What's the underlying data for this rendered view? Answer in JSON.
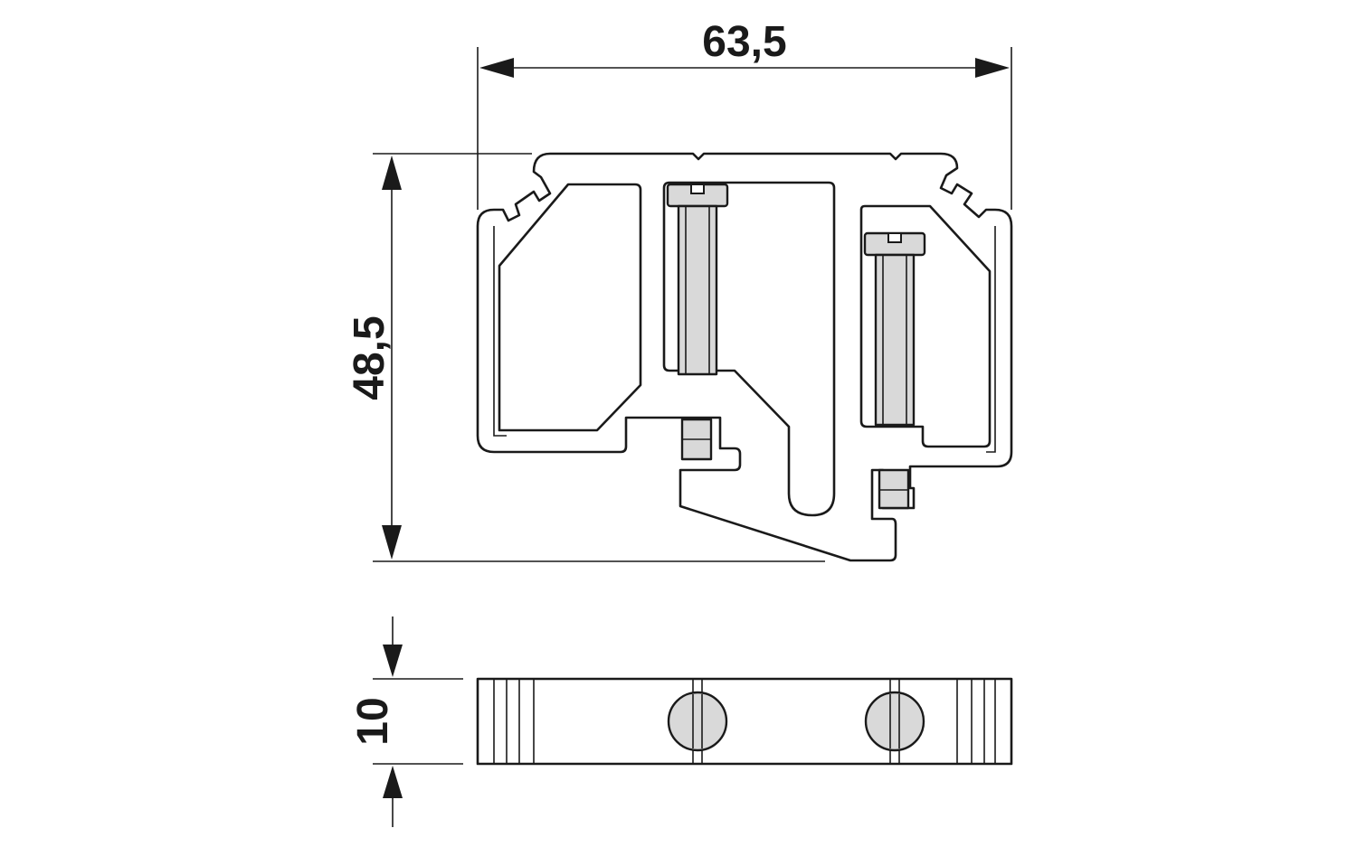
{
  "dimensions": {
    "width_label": "63,5",
    "height_label": "48,5",
    "depth_label": "10"
  },
  "colors": {
    "line": "#1a1a1a",
    "screw_fill": "#d9d9d9",
    "background": "#ffffff"
  }
}
